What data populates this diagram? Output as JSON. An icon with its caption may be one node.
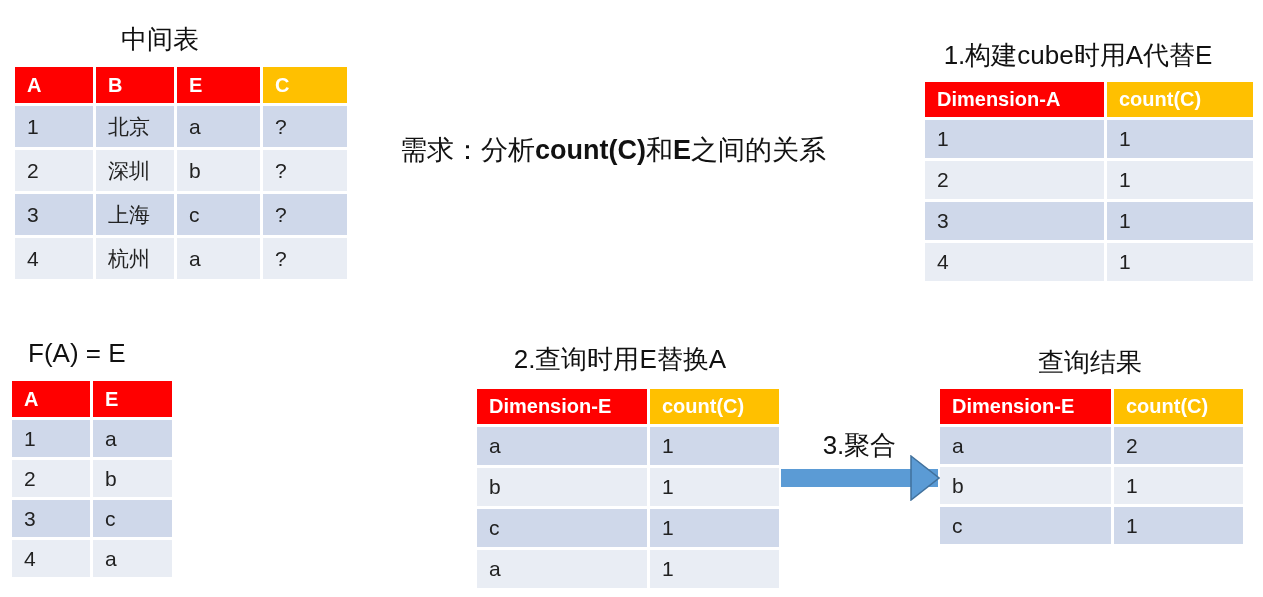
{
  "diagram": {
    "nodes": [
      {
        "text": [
          "中间表",
          "A",
          "B",
          "E",
          "C",
          "1",
          "北京",
          "a",
          "?",
          "2",
          "深圳",
          "b",
          "?",
          "3",
          "上海",
          "c",
          "?",
          "4",
          "杭州",
          "a",
          "?"
        ]
      },
      {
        "text": [
          "1.构建cube时用A代替E",
          "Dimension-A",
          "count(C)",
          "1",
          "1",
          "2",
          "1",
          "3",
          "1",
          "4",
          "1"
        ]
      },
      {
        "text": [
          "F(A) = E",
          "A",
          "E",
          "1",
          "a",
          "2",
          "b",
          "3",
          "c",
          "4",
          "a"
        ]
      },
      {
        "text": [
          "2.查询时用E替换A",
          "Dimension-E",
          "count(C)",
          "a",
          "1",
          "b",
          "1",
          "c",
          "1",
          "a",
          "1"
        ]
      },
      {
        "text": [
          "查询结果",
          "Dimension-E",
          "count(C)",
          "a",
          "2",
          "b",
          "1",
          "c",
          "1"
        ]
      }
    ],
    "edges": [
      {
        "from": 3,
        "to": 4,
        "arrow": "to",
        "label": "3.聚合"
      }
    ],
    "labels": [
      "需求：分析**count(C)**和**E**之间的关系"
    ]
  }
}
